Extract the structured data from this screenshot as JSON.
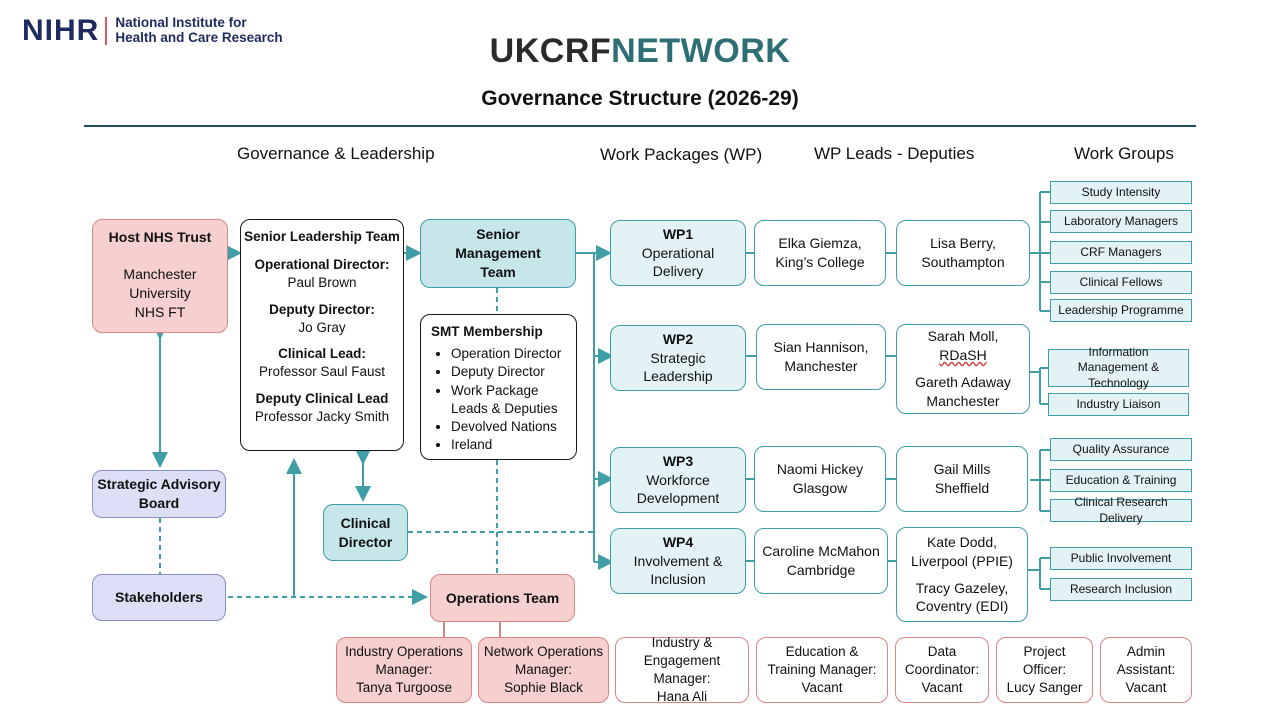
{
  "logos": {
    "nihr_mark": "NIHR",
    "nihr_line1": "National Institute for",
    "nihr_line2": "Health and Care Research",
    "network_part1": "UKCRF",
    "network_part2": "NETWORK"
  },
  "title": "Governance Structure (2026-29)",
  "headers": {
    "governance": "Governance & Leadership",
    "work_packages": "Work Packages (WP)",
    "wp_leads": "WP Leads - Deputies",
    "work_groups": "Work Groups"
  },
  "host_trust": {
    "title": "Host NHS Trust",
    "line1": "Manchester",
    "line2": "University",
    "line3": "NHS FT"
  },
  "slt": {
    "title": "Senior Leadership Team",
    "roles": [
      {
        "role": "Operational Director:",
        "name": "Paul Brown"
      },
      {
        "role": "Deputy Director:",
        "name": "Jo Gray"
      },
      {
        "role": "Clinical Lead:",
        "name": "Professor Saul Faust"
      },
      {
        "role": "Deputy Clinical Lead",
        "name": "Professor Jacky Smith"
      }
    ]
  },
  "smt": {
    "line1": "Senior",
    "line2": "Management",
    "line3": "Team"
  },
  "smt_membership": {
    "title": "SMT Membership",
    "items": [
      "Operation Director",
      "Deputy Director",
      "Work Package",
      "Leads & Deputies",
      "Devolved Nations",
      "Ireland"
    ]
  },
  "strategic_advisory": {
    "line1": "Strategic Advisory",
    "line2": "Board"
  },
  "stakeholders": "Stakeholders",
  "clinical_director": {
    "line1": "Clinical",
    "line2": "Director"
  },
  "operations_team": "Operations Team",
  "work_packages": [
    {
      "id": "WP1",
      "line1": "Operational",
      "line2": "Delivery"
    },
    {
      "id": "WP2",
      "line1": "Strategic",
      "line2": "Leadership"
    },
    {
      "id": "WP3",
      "line1": "Workforce",
      "line2": "Development"
    },
    {
      "id": "WP4",
      "line1": "Involvement &",
      "line2": "Inclusion"
    }
  ],
  "leads": [
    {
      "line1": "Elka Giemza,",
      "line2": "King’s College"
    },
    {
      "line1": "Sian Hannison,",
      "line2": "Manchester"
    },
    {
      "line1": "Naomi Hickey",
      "line2": "Glasgow"
    },
    {
      "line1": "Caroline McMahon",
      "line2": "Cambridge"
    }
  ],
  "deputies": [
    {
      "line1": "Lisa Berry,",
      "line2": "Southampton"
    },
    {
      "line1": "Sarah Moll,",
      "line2": "RDaSH",
      "line3": "Gareth Adaway",
      "line4": "Manchester"
    },
    {
      "line1": "Gail Mills",
      "line2": "Sheffield"
    },
    {
      "line1": "Kate Dodd,",
      "line2": "Liverpool (PPIE)",
      "line3": "Tracy Gazeley,",
      "line4": "Coventry (EDI)"
    }
  ],
  "work_groups": {
    "wp1": [
      "Study Intensity",
      "Laboratory Managers",
      "CRF Managers",
      "Clinical Fellows",
      "Leadership Programme"
    ],
    "wp2": [
      "Information Management & Technology",
      "Industry Liaison"
    ],
    "wp3": [
      "Quality Assurance",
      "Education & Training",
      "Clinical Research Delivery"
    ],
    "wp4": [
      "Public Involvement",
      "Research Inclusion"
    ]
  },
  "ops_staff": [
    {
      "line1": "Industry Operations",
      "line2": "Manager:",
      "line3": "Tanya Turgoose"
    },
    {
      "line1": "Network Operations",
      "line2": "Manager:",
      "line3": "Sophie Black"
    },
    {
      "line1": "Industry &",
      "line2": "Engagement Manager:",
      "line3": "Hana Ali"
    },
    {
      "line1": "Education &",
      "line2": "Training Manager:",
      "line3": "Vacant"
    },
    {
      "line1": "Data",
      "line2": "Coordinator:",
      "line3": "Vacant"
    },
    {
      "line1": "Project",
      "line2": "Officer:",
      "line3": "Lucy Sanger"
    },
    {
      "line1": "Admin",
      "line2": "Assistant:",
      "line3": "Vacant"
    }
  ],
  "colors": {
    "teal": "#3f9ea6",
    "navy": "#1f2a5e",
    "pink_fill": "#f6cfcf",
    "lavender_fill": "#dcdff6",
    "teal_fill": "#c6e6ea",
    "light_teal_fill": "#e3f2f5"
  }
}
